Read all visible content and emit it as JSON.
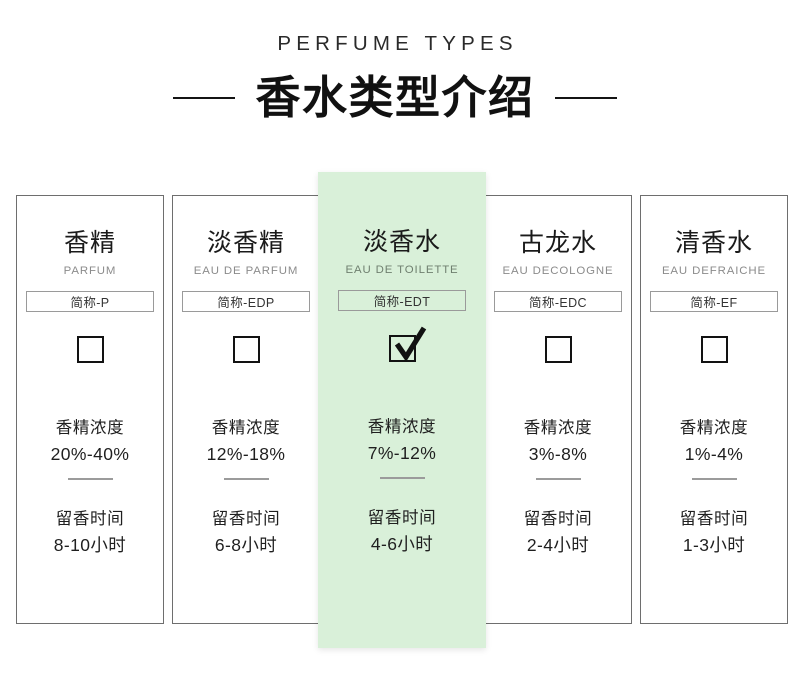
{
  "header": {
    "eyebrow": "PERFUME TYPES",
    "title": "香水类型介绍",
    "dash_left": "—",
    "dash_right": "—"
  },
  "theme": {
    "highlight_bg": "#d9f0d9",
    "border_color": "#6e6e6e",
    "text_color": "#1f1f1f",
    "muted_color": "#8b8b8b"
  },
  "labels": {
    "concentration": "香精浓度",
    "duration": "留香时间"
  },
  "cards": [
    {
      "name_cn": "香精",
      "name_en": "PARFUM",
      "abbr": "简称-P",
      "selected": false,
      "concentration_label": "香精浓度",
      "concentration_value": "20%-40%",
      "duration_label": "留香时间",
      "duration_value": "8-10小时"
    },
    {
      "name_cn": "淡香精",
      "name_en": "EAU DE PARFUM",
      "abbr": "简称-EDP",
      "selected": false,
      "concentration_label": "香精浓度",
      "concentration_value": "12%-18%",
      "duration_label": "留香时间",
      "duration_value": "6-8小时"
    },
    {
      "name_cn": "淡香水",
      "name_en": "EAU DE TOILETTE",
      "abbr": "简称-EDT",
      "selected": true,
      "concentration_label": "香精浓度",
      "concentration_value": "7%-12%",
      "duration_label": "留香时间",
      "duration_value": "4-6小时"
    },
    {
      "name_cn": "古龙水",
      "name_en": "EAU DECOLOGNE",
      "abbr": "简称-EDC",
      "selected": false,
      "concentration_label": "香精浓度",
      "concentration_value": "3%-8%",
      "duration_label": "留香时间",
      "duration_value": "2-4小时"
    },
    {
      "name_cn": "清香水",
      "name_en": "EAU DEFRAICHE",
      "abbr": "简称-EF",
      "selected": false,
      "concentration_label": "香精浓度",
      "concentration_value": "1%-4%",
      "duration_label": "留香时间",
      "duration_value": "1-3小时"
    }
  ]
}
